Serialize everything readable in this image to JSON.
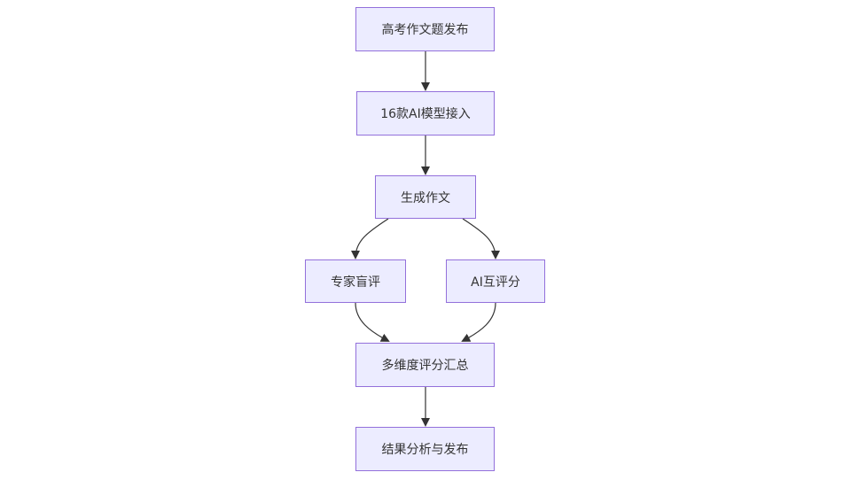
{
  "nodes": {
    "publish": "高考作文题发布",
    "models": "16款AI模型接入",
    "generate": "生成作文",
    "expert": "专家盲评",
    "aipeer": "AI互评分",
    "summary": "多维度评分汇总",
    "results": "结果分析与发布"
  },
  "edges": [
    {
      "from": "publish",
      "to": "models"
    },
    {
      "from": "models",
      "to": "generate"
    },
    {
      "from": "generate",
      "to": "expert"
    },
    {
      "from": "generate",
      "to": "aipeer"
    },
    {
      "from": "expert",
      "to": "summary"
    },
    {
      "from": "aipeer",
      "to": "summary"
    },
    {
      "from": "summary",
      "to": "results"
    }
  ],
  "colors": {
    "node_fill": "#ECECFF",
    "node_border": "#9370DB",
    "edge": "#333333",
    "text": "#333333"
  }
}
